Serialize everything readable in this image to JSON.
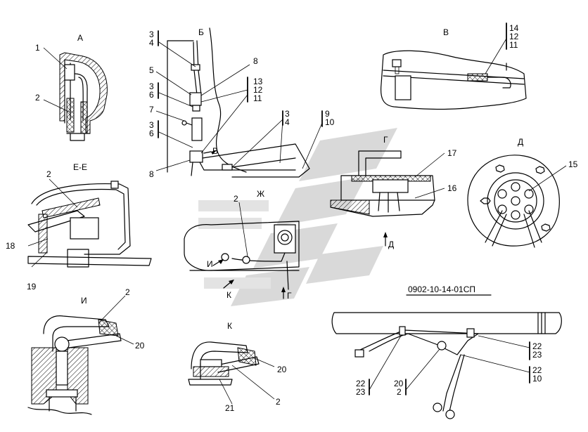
{
  "views": {
    "a": {
      "title": "А",
      "callouts": [
        "1",
        "2"
      ]
    },
    "b": {
      "title": "Б",
      "callouts": [
        "3",
        "4",
        "5",
        "3",
        "6",
        "7",
        "3",
        "6",
        "8",
        "8",
        "13",
        "12",
        "11",
        "3",
        "4",
        "9",
        "10"
      ],
      "arrow_label": "В"
    },
    "v": {
      "title": "В",
      "callouts": [
        "14",
        "12",
        "11"
      ]
    },
    "ee": {
      "title": "Е-Е",
      "callouts": [
        "2",
        "18",
        "19"
      ]
    },
    "g": {
      "title": "Г",
      "callouts": [
        "17",
        "16"
      ],
      "arrow_label": "Д"
    },
    "d": {
      "title": "Д",
      "callouts": [
        "15"
      ]
    },
    "zh": {
      "title": "Ж",
      "callouts": [
        "2"
      ],
      "arrows": [
        "И",
        "К",
        "Г"
      ]
    },
    "i": {
      "title": "И",
      "callouts": [
        "2",
        "20"
      ]
    },
    "k": {
      "title": "К",
      "callouts": [
        "20",
        "21",
        "2"
      ]
    },
    "sp": {
      "title": "0902-10-14-01СП",
      "callouts": [
        "22",
        "23",
        "22",
        "10",
        "22",
        "23",
        "20",
        "2"
      ]
    }
  },
  "colors": {
    "ink": "#000000",
    "watermark": "#d9d9d9"
  }
}
